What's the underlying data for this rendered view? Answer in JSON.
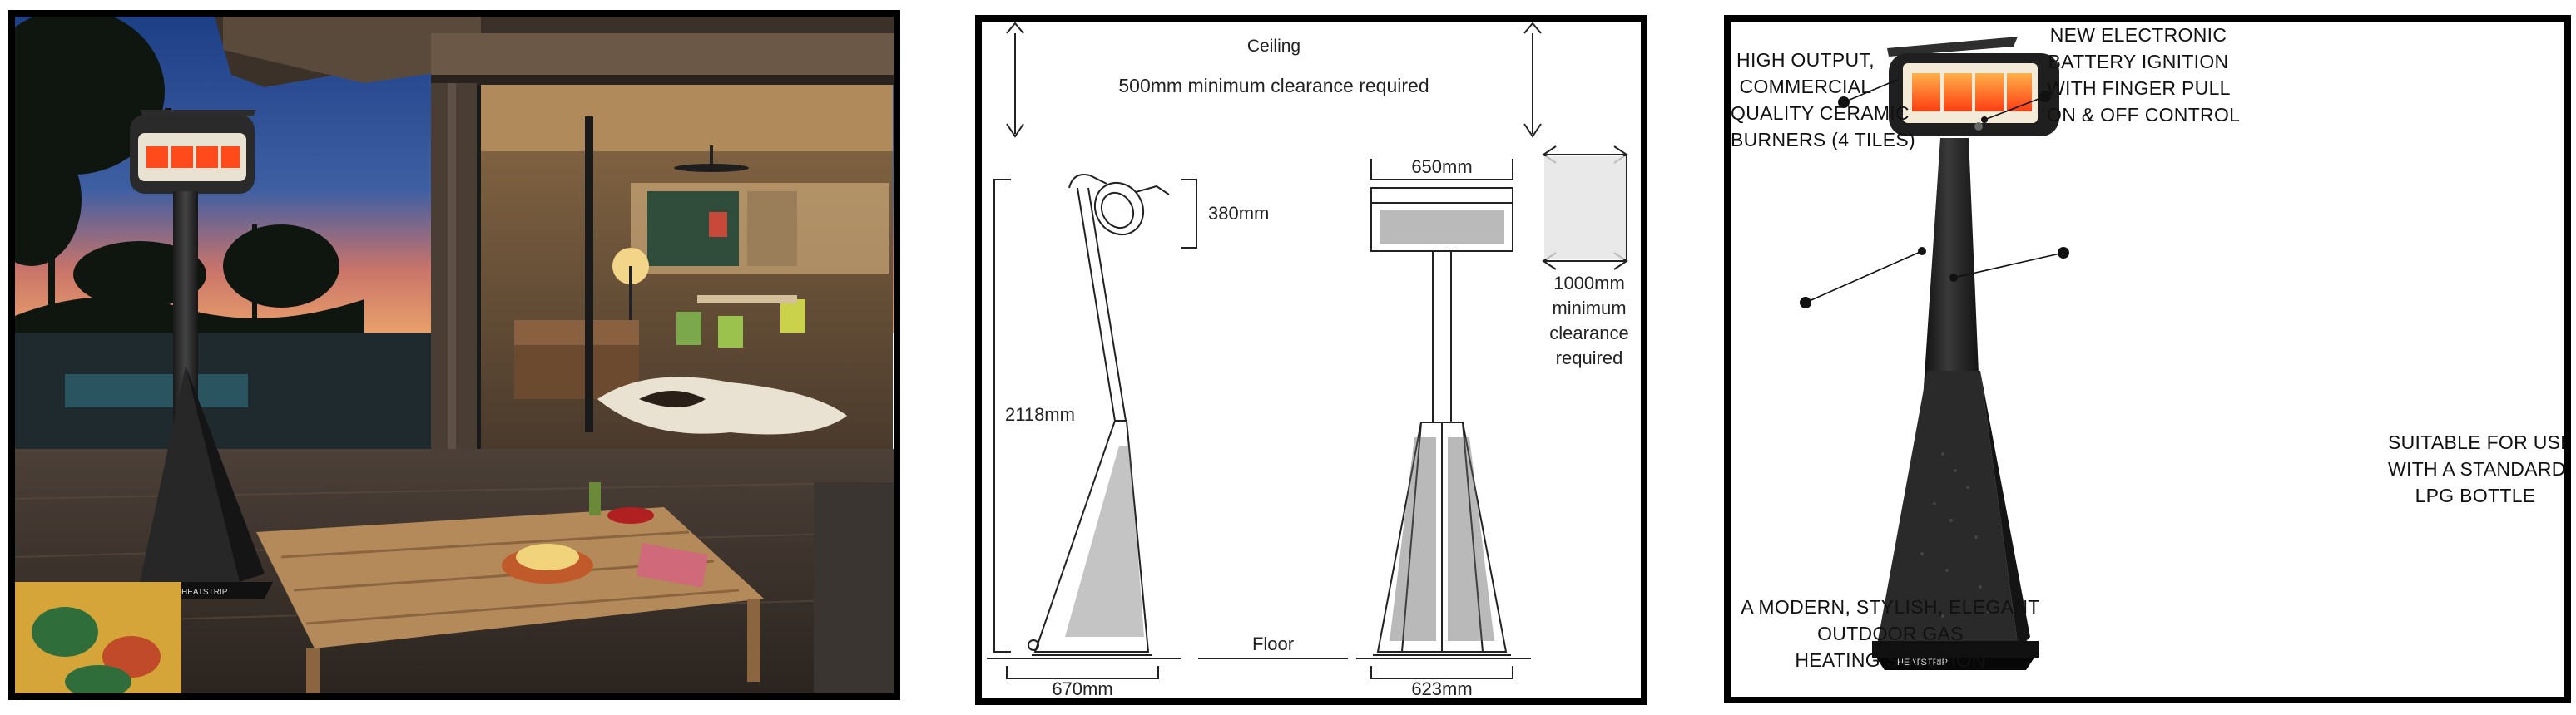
{
  "photo": {
    "brand_text": "HEATSTRIP"
  },
  "diagram": {
    "ceiling_label": "Ceiling",
    "ceiling_clearance": "500mm minimum clearance required",
    "head_height": "380mm",
    "total_height": "2118mm",
    "front_width": "650mm",
    "side_clearance_value": "1000mm",
    "side_clearance_line1": "minimum",
    "side_clearance_line2": "clearance",
    "side_clearance_line3": "required",
    "floor_label": "Floor",
    "base_depth": "670mm",
    "base_width": "623mm"
  },
  "product": {
    "callout_burners": [
      "HIGH OUTPUT,",
      "COMMERCIAL",
      "QUALITY CERAMIC",
      "BURNERS (4 TILES)"
    ],
    "callout_ignition": [
      "NEW ELECTRONIC",
      "BATTERY IGNITION",
      "WITH FINGER PULL",
      "ON & OFF CONTROL"
    ],
    "callout_lpg": [
      "SUITABLE FOR USE",
      "WITH A STANDARD",
      "LPG BOTTLE"
    ],
    "callout_design": [
      "A MODERN, STYLISH, ELEGANT",
      "OUTDOOR GAS",
      "HEATING SOLUTION"
    ],
    "brand_text": "HEATSTRIP"
  },
  "colors": {
    "frame": "#000000",
    "heater_glow": "#ff5a1e",
    "heater_body": "#222222"
  }
}
